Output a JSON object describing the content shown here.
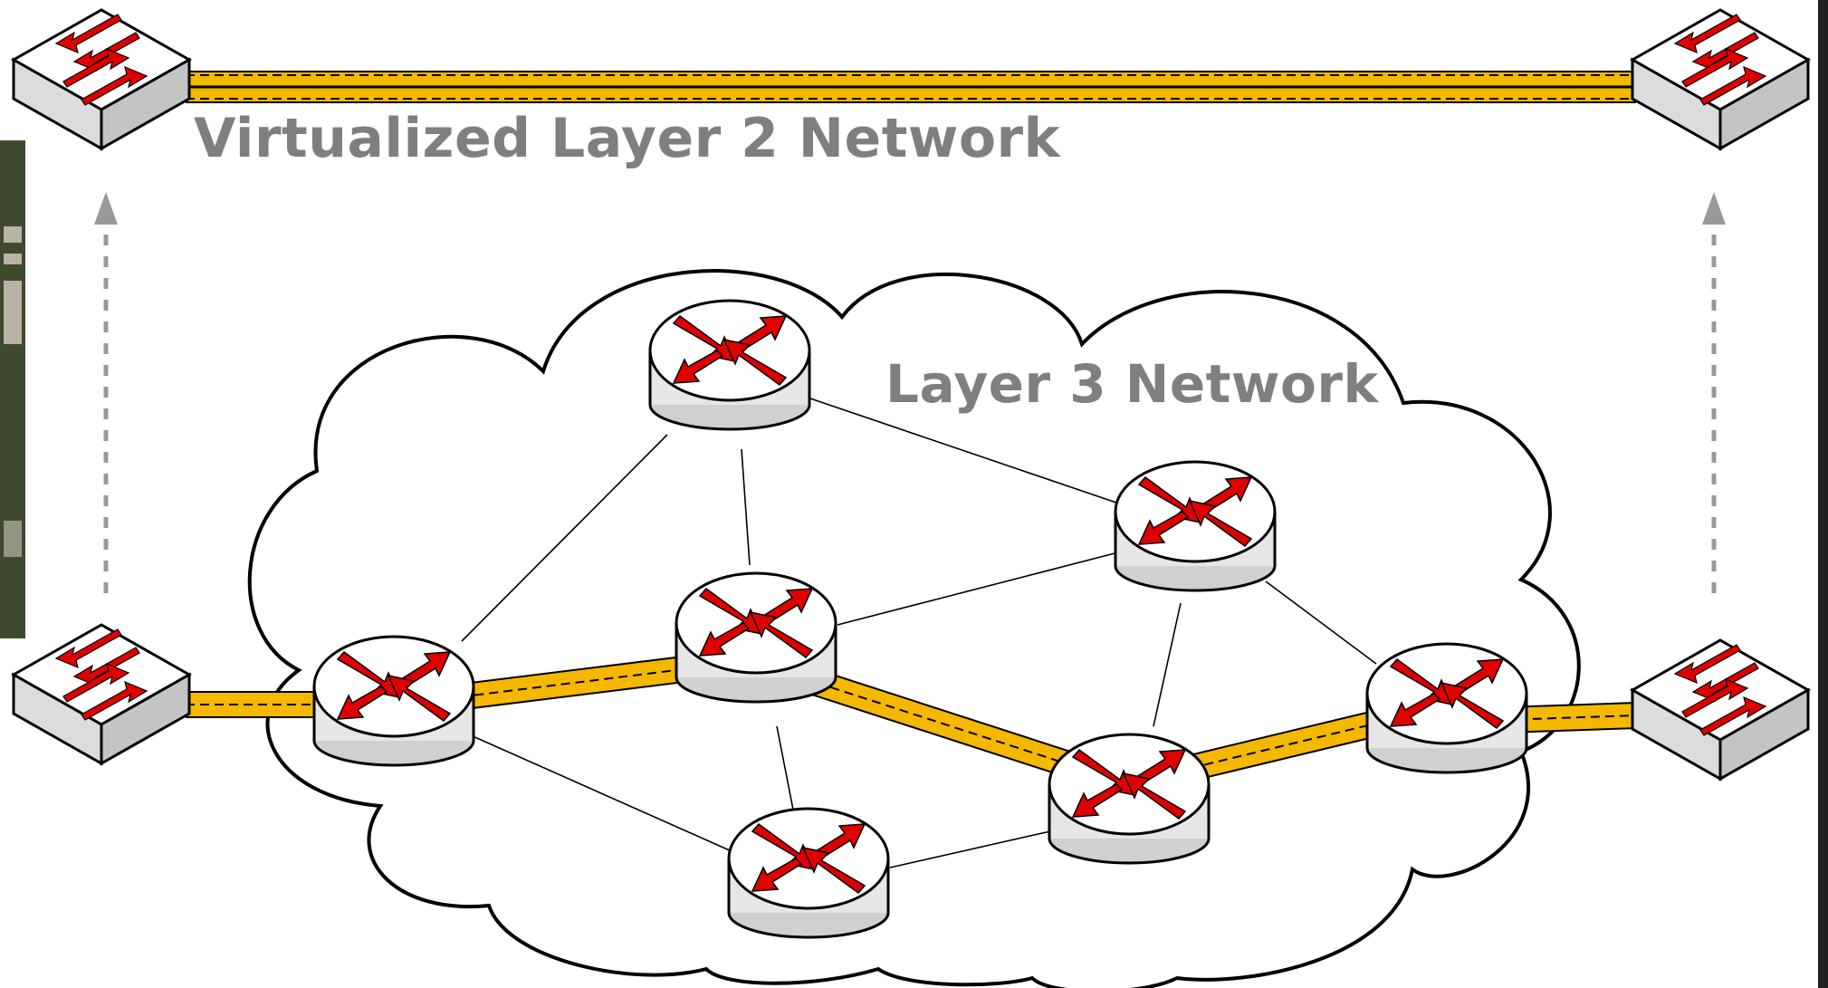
{
  "labels": {
    "layer2": "Virtualized Layer 2 Network",
    "layer3": "Layer 3 Network"
  },
  "devices": {
    "switches": [
      "top-left",
      "top-right",
      "bottom-left",
      "bottom-right"
    ],
    "routers": [
      "router-top",
      "router-left",
      "router-center",
      "router-right-upper",
      "router-bottom",
      "router-lower-right",
      "router-far-right"
    ]
  },
  "colors": {
    "tunnel": "#f5b800",
    "label_text": "#7f7f7f",
    "device_arrow": "#e00000",
    "device_body": "#e8e8e8"
  }
}
